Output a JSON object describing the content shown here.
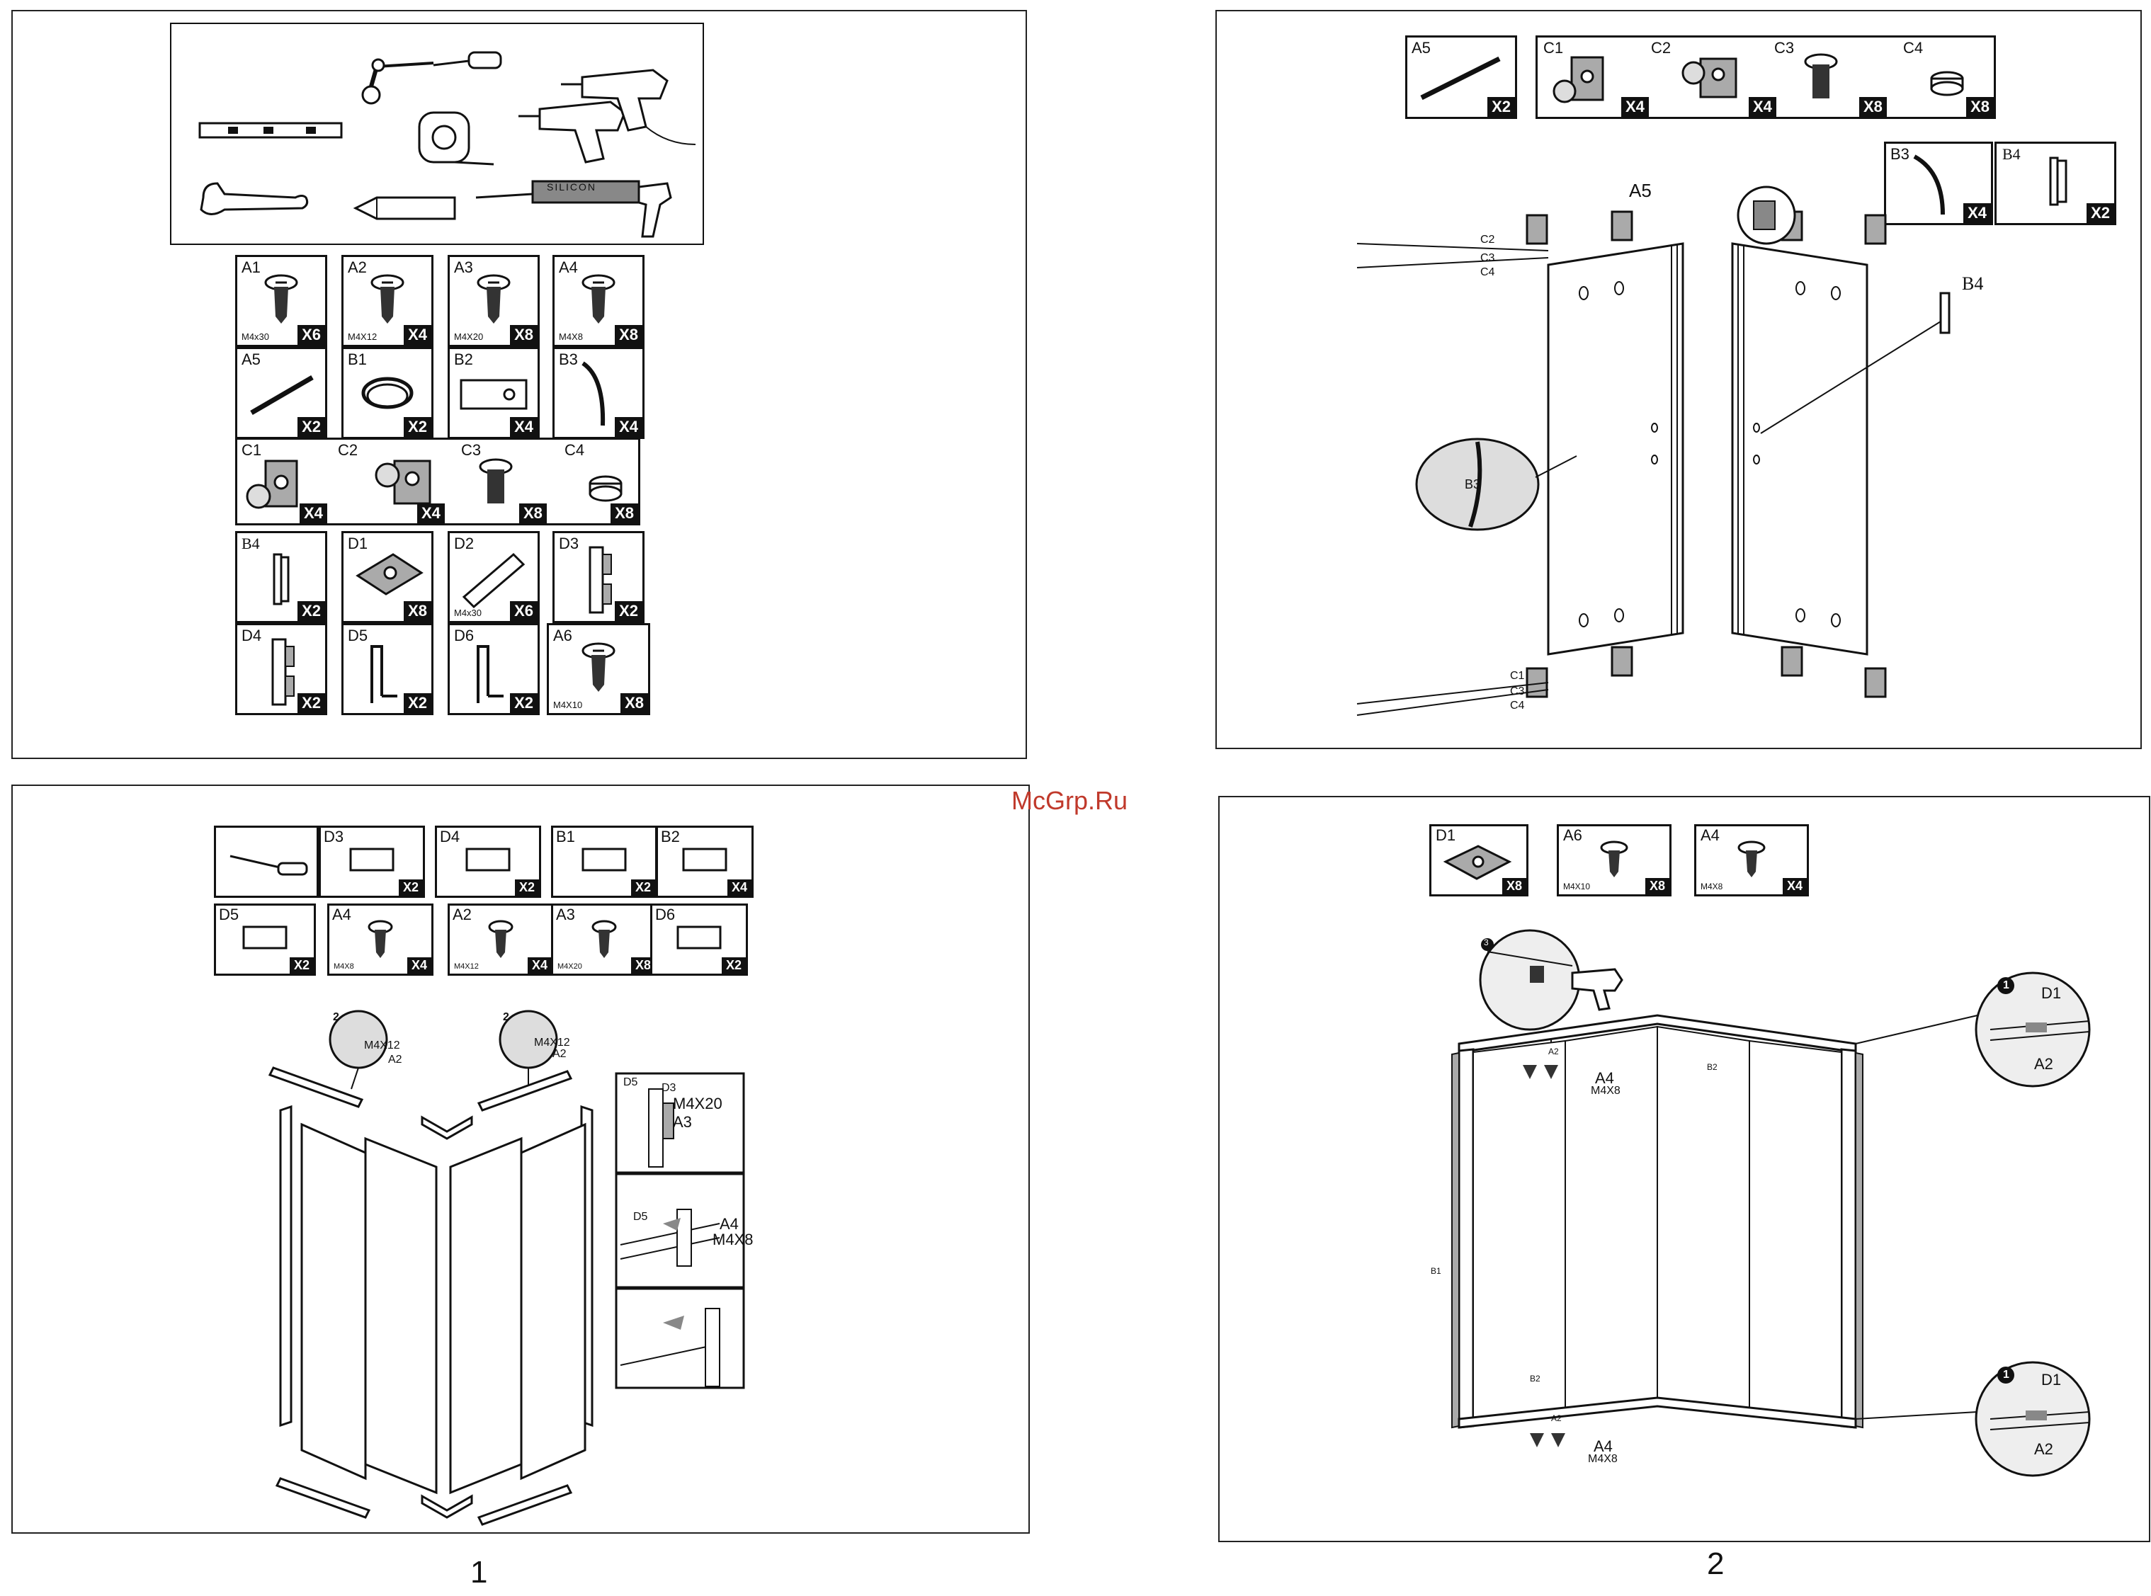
{
  "watermark": "McGrp.Ru",
  "page_numbers": [
    "1",
    "2"
  ],
  "tools_panel": {
    "silicon_label": "SILICON"
  },
  "parts": [
    {
      "code": "A1",
      "spec": "M4x30",
      "qty": "X6",
      "icon": "screw-icon"
    },
    {
      "code": "A2",
      "spec": "M4X12",
      "qty": "X4",
      "icon": "screw-icon"
    },
    {
      "code": "A3",
      "spec": "M4X20",
      "qty": "X8",
      "icon": "screw-icon"
    },
    {
      "code": "A4",
      "spec": "M4X8",
      "qty": "X8",
      "icon": "screw-icon"
    },
    {
      "code": "A5",
      "spec": "",
      "qty": "X2",
      "icon": "strip-icon"
    },
    {
      "code": "B1",
      "spec": "",
      "qty": "X2",
      "icon": "seal-coil-icon"
    },
    {
      "code": "B2",
      "spec": "",
      "qty": "X4",
      "icon": "bracket-icon"
    },
    {
      "code": "B3",
      "spec": "",
      "qty": "X4",
      "icon": "curved-strip-icon"
    },
    {
      "code": "B4",
      "spec": "",
      "qty": "X2",
      "icon": "handle-icon"
    },
    {
      "code": "D1",
      "spec": "",
      "qty": "X8",
      "icon": "corner-block-icon"
    },
    {
      "code": "D2",
      "spec": "M4x30",
      "qty": "X6",
      "icon": "wall-plug-icon"
    },
    {
      "code": "D3",
      "spec": "",
      "qty": "X2",
      "icon": "profile-icon"
    },
    {
      "code": "D4",
      "spec": "",
      "qty": "X2",
      "icon": "profile-icon"
    },
    {
      "code": "D5",
      "spec": "",
      "qty": "X2",
      "icon": "wall-profile-icon"
    },
    {
      "code": "D6",
      "spec": "",
      "qty": "X2",
      "icon": "wall-profile-icon"
    },
    {
      "code": "A6",
      "spec": "M4X10",
      "qty": "X8",
      "icon": "screw-icon"
    }
  ],
  "roller_group": [
    {
      "code": "C1",
      "qty": "X4"
    },
    {
      "code": "C2",
      "qty": "X4"
    },
    {
      "code": "C3",
      "qty": "X8"
    },
    {
      "code": "C4",
      "qty": "X8"
    }
  ],
  "step_door": {
    "a5_box": {
      "code": "A5",
      "qty": "X2"
    },
    "c_boxes": [
      {
        "code": "C1",
        "qty": "X4"
      },
      {
        "code": "C2",
        "qty": "X4"
      },
      {
        "code": "C3",
        "qty": "X8"
      },
      {
        "code": "C4",
        "qty": "X8"
      }
    ],
    "b3_box": {
      "code": "B3",
      "qty": "X4"
    },
    "b4_box": {
      "code": "B4",
      "qty": "X2"
    },
    "callouts": {
      "a5": "A5",
      "b3": "B3",
      "b4": "B4",
      "c2": "C2",
      "c3": "C3",
      "c4": "C4",
      "c1": "C1",
      "c3b": "C3",
      "c4b": "C4"
    }
  },
  "step_frame": {
    "parts": [
      {
        "code": "",
        "qty": "",
        "icon": "screwdriver-icon"
      },
      {
        "code": "D3",
        "qty": "X2"
      },
      {
        "code": "D4",
        "qty": "X2"
      },
      {
        "code": "B1",
        "qty": "X2"
      },
      {
        "code": "B2",
        "qty": "X4"
      },
      {
        "code": "D5",
        "qty": "X2"
      },
      {
        "code": "A4",
        "spec": "M4X8",
        "qty": "X4"
      },
      {
        "code": "A2",
        "spec": "M4X12",
        "qty": "X4"
      },
      {
        "code": "A3",
        "spec": "M4X20",
        "qty": "X8"
      },
      {
        "code": "D6",
        "qty": "X2"
      }
    ],
    "callouts": {
      "step": "2",
      "left_spec": "M4X12",
      "left_code": "A2",
      "right_spec": "M4X12",
      "right_code": "A2",
      "inset1_d5": "D5",
      "inset1_d3": "D3",
      "inset1_spec": "M4X20",
      "inset1_a3": "A3",
      "inset2_d5": "D5",
      "inset2_a4": "A4",
      "inset2_spec": "M4X8"
    }
  },
  "step_assembly": {
    "parts": [
      {
        "code": "D1",
        "qty": "X8"
      },
      {
        "code": "A6",
        "spec": "M4X10",
        "qty": "X8"
      },
      {
        "code": "A4",
        "spec": "M4X8",
        "qty": "X4"
      }
    ],
    "callouts": {
      "step_top": "3",
      "step_right": "1",
      "d1": "D1",
      "a2": "A2",
      "a4": "A4",
      "a4_spec": "M4X8",
      "a2_small": "A2",
      "b2_small": "B2",
      "b1_small": "B1"
    }
  }
}
